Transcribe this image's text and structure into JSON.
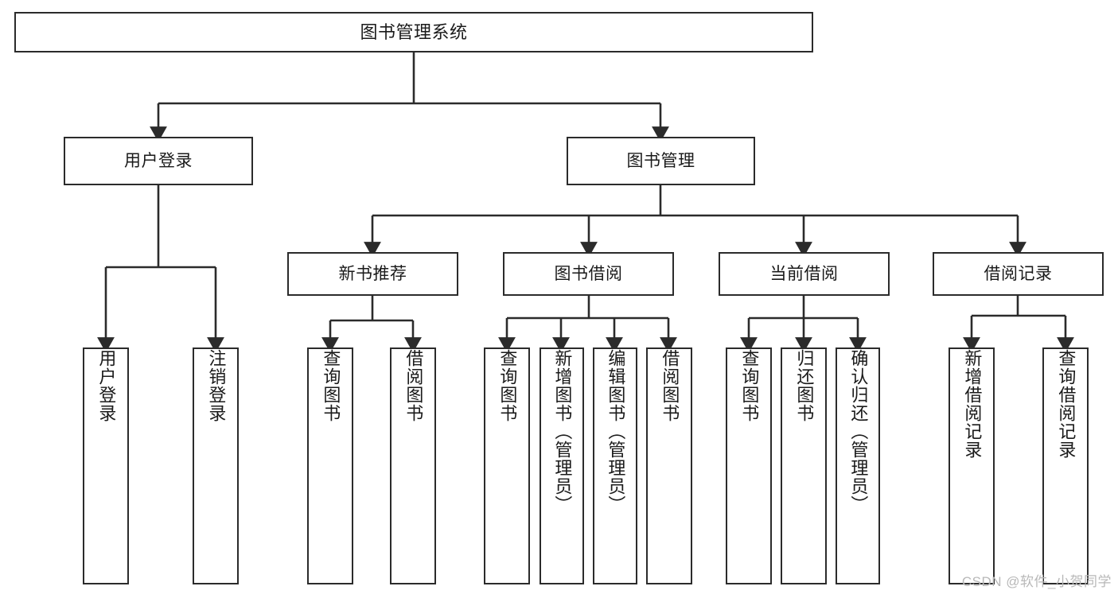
{
  "diagram": {
    "type": "tree",
    "title": "图书管理系统",
    "background_color": "#ffffff",
    "stroke_color": "#2b2b2b",
    "text_color": "#1a1a1a",
    "watermark": "CSDN @软件_小贺同学",
    "nodes": {
      "root": {
        "label": "图书管理系统"
      },
      "level1": [
        {
          "label": "用户登录"
        },
        {
          "label": "图书管理"
        }
      ],
      "level2": [
        {
          "label": "新书推荐"
        },
        {
          "label": "图书借阅"
        },
        {
          "label": "当前借阅"
        },
        {
          "label": "借阅记录"
        }
      ],
      "leaves_user_login": [
        {
          "label": "用户登录"
        },
        {
          "label": "注销登录"
        }
      ],
      "leaves_new_book": [
        {
          "label": "查询图书"
        },
        {
          "label": "借阅图书"
        }
      ],
      "leaves_borrow": [
        {
          "label": "查询图书"
        },
        {
          "label": "新增图书（管理员）"
        },
        {
          "label": "编辑图书（管理员）"
        },
        {
          "label": "借阅图书"
        }
      ],
      "leaves_current": [
        {
          "label": "查询图书"
        },
        {
          "label": "归还图书"
        },
        {
          "label": "确认归还（管理员）"
        }
      ],
      "leaves_record": [
        {
          "label": "新增借阅记录"
        },
        {
          "label": "查询借阅记录"
        }
      ]
    }
  }
}
